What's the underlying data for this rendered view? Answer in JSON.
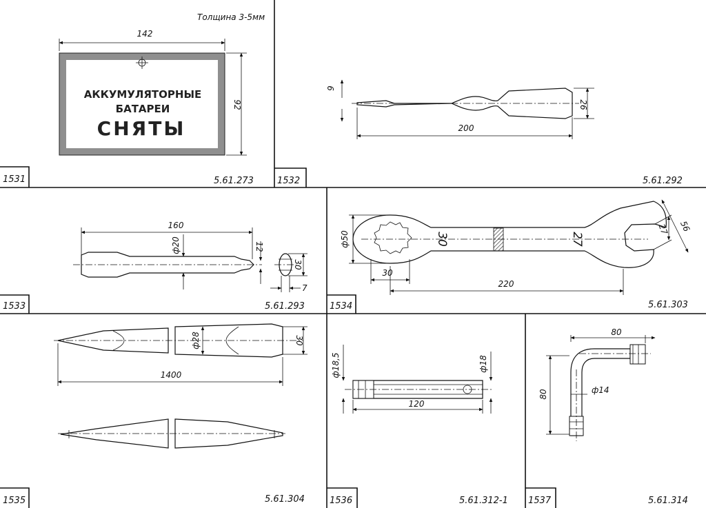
{
  "panels": [
    {
      "id": "1531",
      "code": "5.61.273",
      "sign": {
        "line1": "АККУМУЛЯТОРНЫЕ",
        "line2": "БАТАРЕИ",
        "line3": "СНЯТЫ"
      },
      "note": "Толщина 3-5мм",
      "dims": {
        "width": "142",
        "height": "92"
      }
    },
    {
      "id": "1532",
      "code": "5.61.292",
      "dims": {
        "tip": "9",
        "length": "200",
        "handle": "26"
      }
    },
    {
      "id": "1533",
      "code": "5.61.293",
      "dims": {
        "length": "160",
        "dia": "ф20",
        "tip": "12",
        "head": "30",
        "end": "7"
      }
    },
    {
      "id": "1534",
      "code": "5.61.303",
      "dims": {
        "ring": "ф50",
        "ring_size": "30",
        "ring_label": "30",
        "length": "220",
        "open_label": "27",
        "open_size": "27",
        "head": "56"
      }
    },
    {
      "id": "1535",
      "code": "5.61.304",
      "dims": {
        "dia": "ф28",
        "end": "30",
        "length": "1400"
      }
    },
    {
      "id": "1536",
      "code": "5.61.312-1",
      "dims": {
        "inner": "ф18,5",
        "outer": "ф18",
        "length": "120"
      }
    },
    {
      "id": "1537",
      "code": "5.61.314",
      "dims": {
        "width": "80",
        "height": "80",
        "dia": "ф14"
      }
    }
  ]
}
